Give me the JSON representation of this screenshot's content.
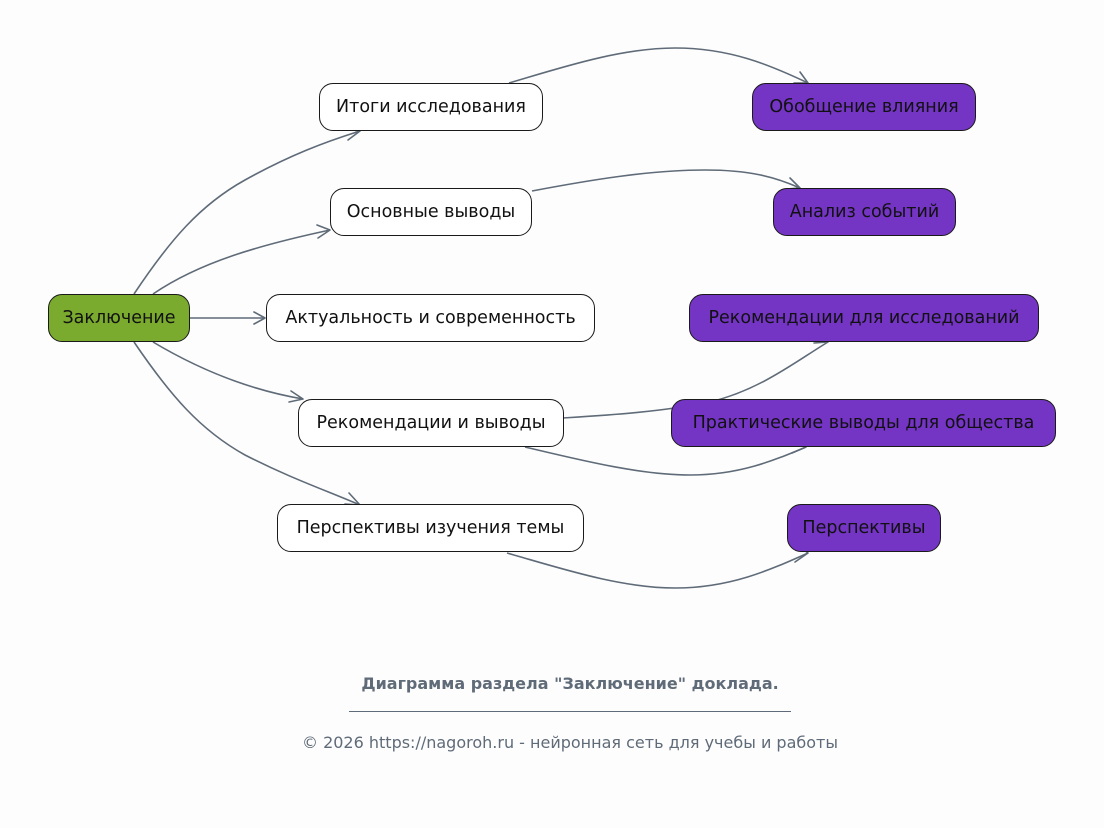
{
  "diagram": {
    "root": {
      "label": "Заключение",
      "color": "#7aab2e"
    },
    "sections": [
      {
        "label": "Итоги исследования"
      },
      {
        "label": "Основные выводы"
      },
      {
        "label": "Актуальность и современность"
      },
      {
        "label": "Рекомендации и выводы"
      },
      {
        "label": "Перспективы изучения темы"
      }
    ],
    "outcomes": [
      {
        "label": "Обобщение влияния"
      },
      {
        "label": "Анализ событий"
      },
      {
        "label": "Рекомендации для исследований"
      },
      {
        "label": "Практические выводы для общества"
      },
      {
        "label": "Перспективы"
      }
    ],
    "edges": [
      {
        "from": "Заключение",
        "to": "Итоги исследования"
      },
      {
        "from": "Заключение",
        "to": "Основные выводы"
      },
      {
        "from": "Заключение",
        "to": "Актуальность и современность"
      },
      {
        "from": "Заключение",
        "to": "Рекомендации и выводы"
      },
      {
        "from": "Заключение",
        "to": "Перспективы изучения темы"
      },
      {
        "from": "Итоги исследования",
        "to": "Обобщение влияния"
      },
      {
        "from": "Основные выводы",
        "to": "Анализ событий"
      },
      {
        "from": "Рекомендации и выводы",
        "to": "Рекомендации для исследований"
      },
      {
        "from": "Рекомендации и выводы",
        "to": "Практические выводы для общества"
      },
      {
        "from": "Перспективы изучения темы",
        "to": "Перспективы"
      }
    ],
    "colors": {
      "section_fill": "#ffffff",
      "outcome_fill": "#7434c4",
      "edge": "#5f6b78",
      "background": "#fdfdfd"
    }
  },
  "caption": "Диаграмма раздела \"Заключение\" доклада.",
  "footer": "© 2026 https://nagoroh.ru - нейронная сеть для учебы и работы"
}
